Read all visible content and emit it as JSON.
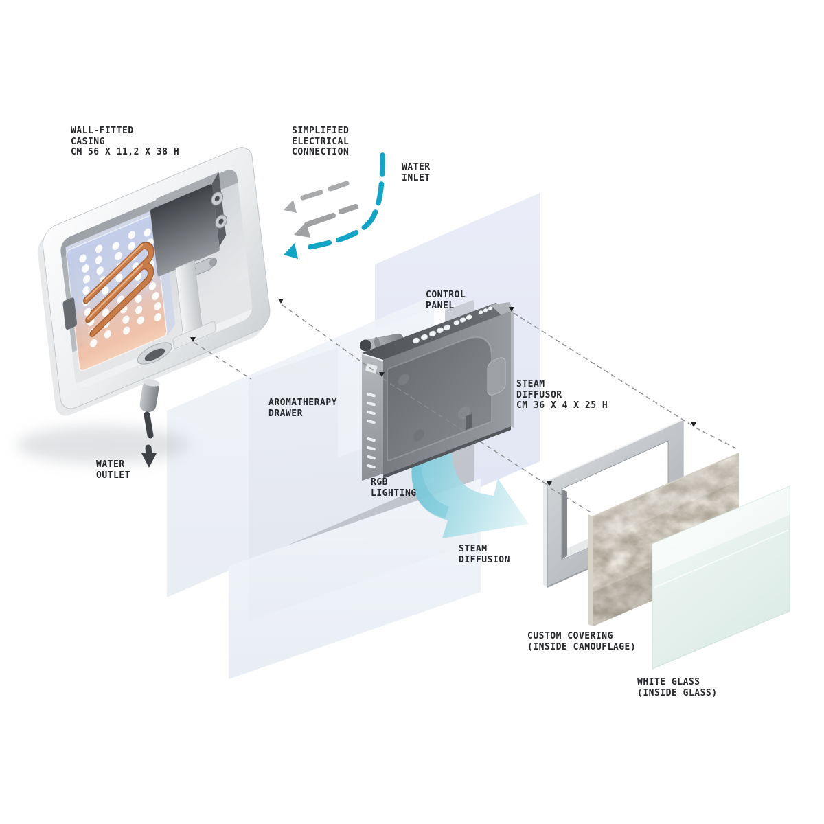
{
  "colors": {
    "accent_teal": "#14a4c5",
    "steam_teal_light": "#9ed8e3",
    "arrow_gray": "#a7a9ab",
    "arrow_dark": "#43474b",
    "label_text": "#25272a",
    "panel_lavender": "#e9ecf7",
    "panel_gray": "#c9ccd3",
    "stone_beige": "#aba496",
    "glass_mint": "#e9f4f0"
  },
  "labels": {
    "wall_fitted_casing": {
      "text": "WALL-FITTED\nCASING\nCM 56 X 11,2 X 38 H"
    },
    "simplified_electrical_connection": {
      "text": "SIMPLIFIED\nELECTRICAL\nCONNECTION"
    },
    "water_inlet": {
      "text": "WATER\nINLET"
    },
    "control_panel": {
      "text": "CONTROL\nPANEL"
    },
    "steam_diffusor": {
      "text": "STEAM\nDIFFUSOR\nCM 36 X 4 X 25 H"
    },
    "aromatherapy_drawer": {
      "text": "AROMATHERAPY\nDRAWER"
    },
    "rgb_lighting": {
      "text": "RGB\nLIGHTING"
    },
    "water_outlet": {
      "text": "WATER\nOUTLET"
    },
    "steam_diffusion": {
      "text": "STEAM\nDIFFUSION"
    },
    "custom_covering": {
      "text": "CUSTOM COVERING\n(INSIDE CAMOUFLAGE)"
    },
    "white_glass": {
      "text": "WHITE GLASS\n(INSIDE GLASS)"
    }
  }
}
